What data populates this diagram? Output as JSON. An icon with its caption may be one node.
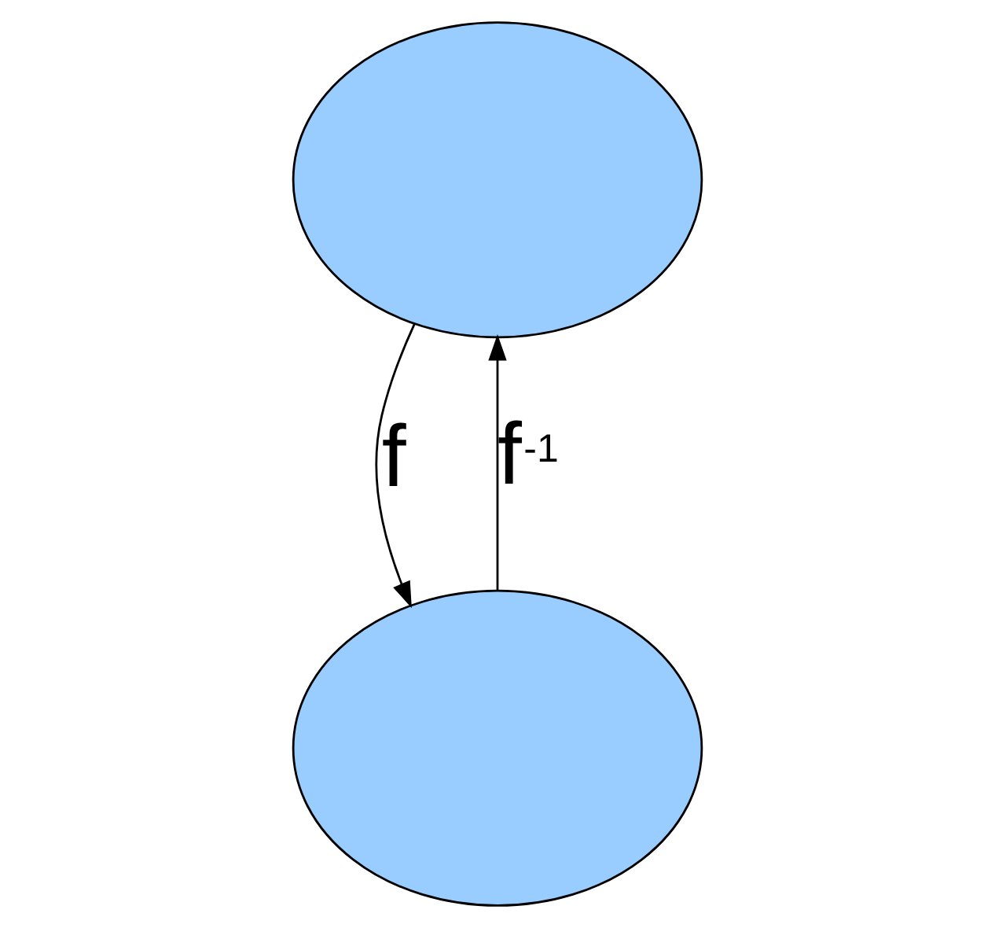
{
  "diagram": {
    "nodes": [
      {
        "text": [],
        "shape": "cloud"
      },
      {
        "text": [],
        "shape": "cloud"
      }
    ],
    "edges": [
      {
        "from": 0,
        "to": 1,
        "arrow": "to",
        "label": "f"
      },
      {
        "from": 1,
        "to": 0,
        "arrow": "to",
        "label": "f$^{-1}$"
      }
    ]
  }
}
